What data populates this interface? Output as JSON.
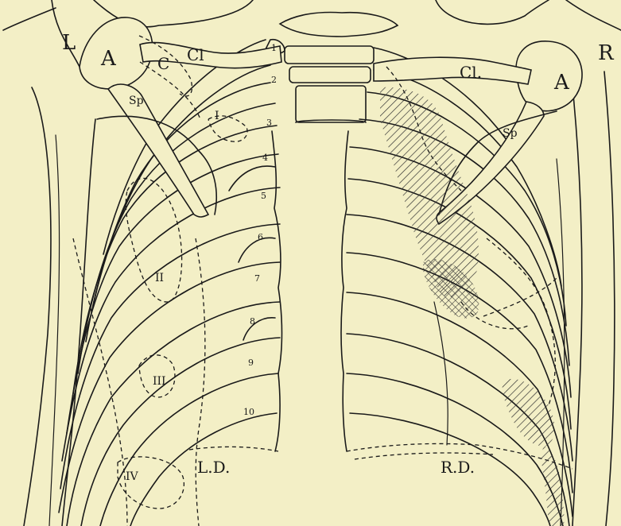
{
  "labels": {
    "side_left": "L",
    "side_right": "R",
    "acromion_left": "A",
    "acromion_right": "A",
    "coracoid": "C",
    "clavicle_left": "Cl",
    "clavicle_right": "Cl.",
    "spine_left": "Sp",
    "spine_right": "Sp",
    "diaphragm_left": "L.D.",
    "diaphragm_right": "R.D."
  },
  "regions": [
    "I",
    "II",
    "III",
    "IV"
  ],
  "rib_numbers": [
    "1",
    "2",
    "3",
    "4",
    "5",
    "6",
    "7",
    "8",
    "9",
    "10"
  ],
  "colors": {
    "background": "#f3efc6",
    "ink": "#1a1a1a"
  }
}
